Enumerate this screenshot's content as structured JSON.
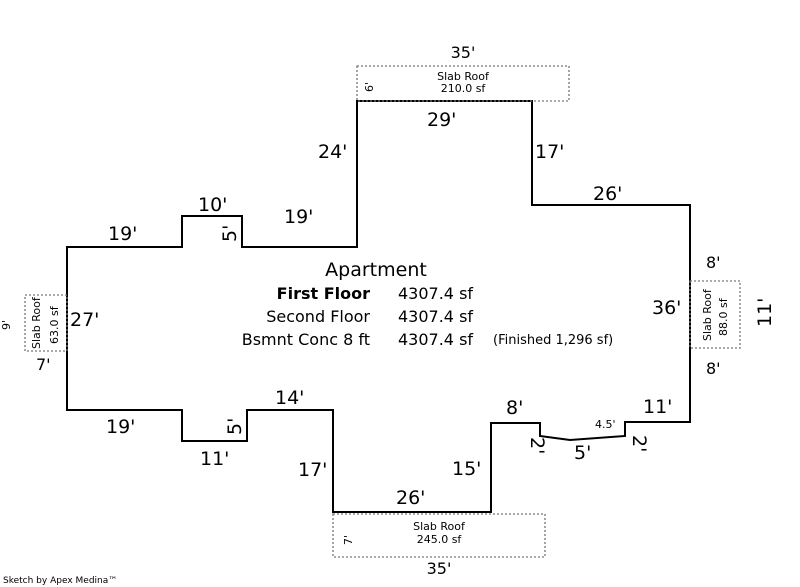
{
  "title": "Apartment",
  "areas": [
    {
      "label": "First Floor",
      "value": "4307.4 sf"
    },
    {
      "label": "Second Floor",
      "value": "4307.4 sf"
    },
    {
      "label": "Bsmnt Conc 8 ft",
      "value": "4307.4 sf",
      "note": "(Finished 1,296 sf)"
    }
  ],
  "slabs": {
    "top": {
      "name": "Slab Roof",
      "area": "210.0 sf",
      "width": "35'",
      "depth": "6'"
    },
    "left": {
      "name": "Slab Roof",
      "area": "63.0 sf",
      "width": "9'",
      "depth": "7'"
    },
    "right": {
      "name": "Slab Roof",
      "area": "88.0 sf",
      "width": "11'",
      "depth_top": "8'",
      "depth_bottom": "8'"
    },
    "bottom": {
      "name": "Slab Roof",
      "area": "245.0 sf",
      "width": "35'",
      "depth": "7'"
    }
  },
  "dims": {
    "d24": "24'",
    "d29": "29'",
    "d17a": "17'",
    "d26a": "26'",
    "d36": "36'",
    "d19a": "19'",
    "d10": "10'",
    "d5a": "5'",
    "d19b": "19'",
    "d27": "27'",
    "d19c": "19'",
    "d5b": "5'",
    "d11a": "11'",
    "d14": "14'",
    "d17b": "17'",
    "d26b": "26'",
    "d15": "15'",
    "d8": "8'",
    "d2a": "2'",
    "d5c": "5'",
    "d45": "4.5'",
    "d2b": "2'",
    "d11b": "11'"
  },
  "footer": "Sketch by Apex Medina™"
}
